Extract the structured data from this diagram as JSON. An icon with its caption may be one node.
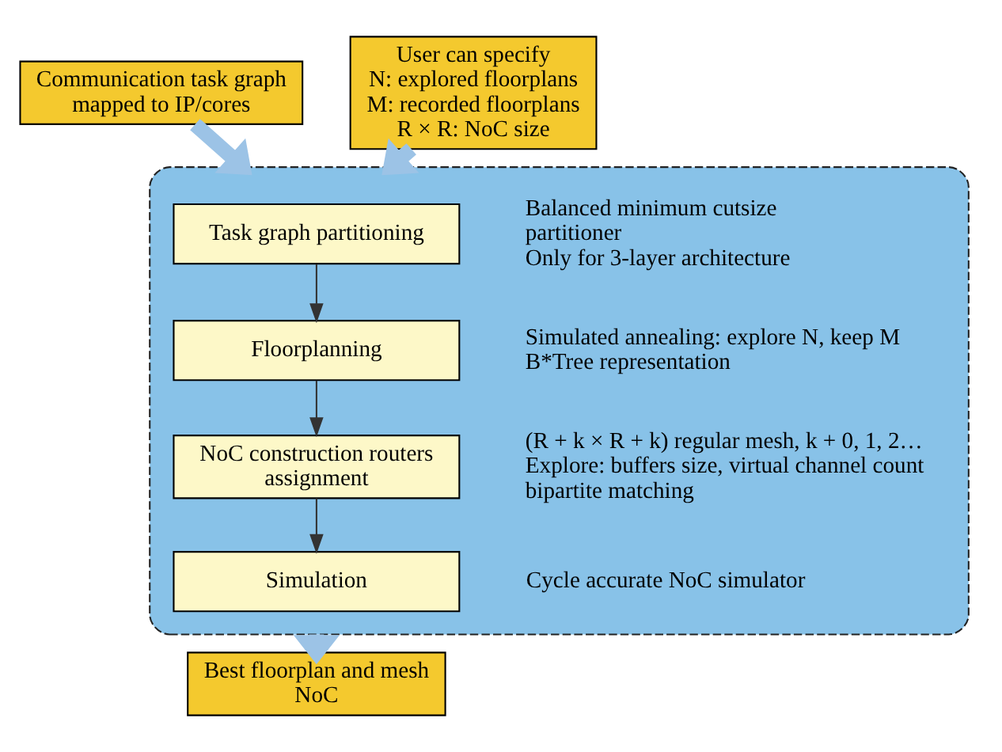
{
  "diagram": {
    "nodes": [
      {
        "text": [
          "Communication task graph mapped to IP/cores"
        ]
      },
      {
        "text": [
          "User can specify",
          "N: explored floorplans",
          "M: recorded floorplans",
          "R × R: NoC size"
        ]
      },
      {
        "text": [],
        "shape": "box"
      },
      {
        "text": [
          "Task graph partitioning"
        ],
        "in": 2,
        "beside": [
          "Balanced minimum cutsize",
          "partitioner",
          "Only for 3-layer architecture"
        ]
      },
      {
        "text": [
          "Floorplanning"
        ],
        "in": 2,
        "beside": [
          "Simulated annealing: explore N, keep M",
          "B*Tree representation"
        ]
      },
      {
        "text": [
          "NoC construction routers assignment"
        ],
        "in": 2,
        "beside": [
          "(R + k × R + k) regular mesh, k + 0, 1, 2…",
          "Explore: buffers size, virtual channel count",
          "bipartite matching"
        ]
      },
      {
        "text": [
          "Simulation"
        ],
        "in": 2,
        "beside": [
          "Cycle accurate NoC simulator"
        ]
      },
      {
        "text": [
          "Best floorplan and mesh NoC"
        ]
      }
    ],
    "edges": [
      {
        "from": 0,
        "to": 2,
        "arrow": "to",
        "style": "thick"
      },
      {
        "from": 1,
        "to": 2,
        "arrow": "to",
        "style": "thick"
      },
      {
        "from": 3,
        "to": 4,
        "arrow": "to",
        "color": "#333333"
      },
      {
        "from": 4,
        "to": 5,
        "arrow": "to",
        "color": "#333333"
      },
      {
        "from": 5,
        "to": 6,
        "arrow": "to",
        "color": "#333333"
      },
      {
        "from": 2,
        "to": 7,
        "arrow": "to",
        "style": "thick"
      }
    ]
  }
}
